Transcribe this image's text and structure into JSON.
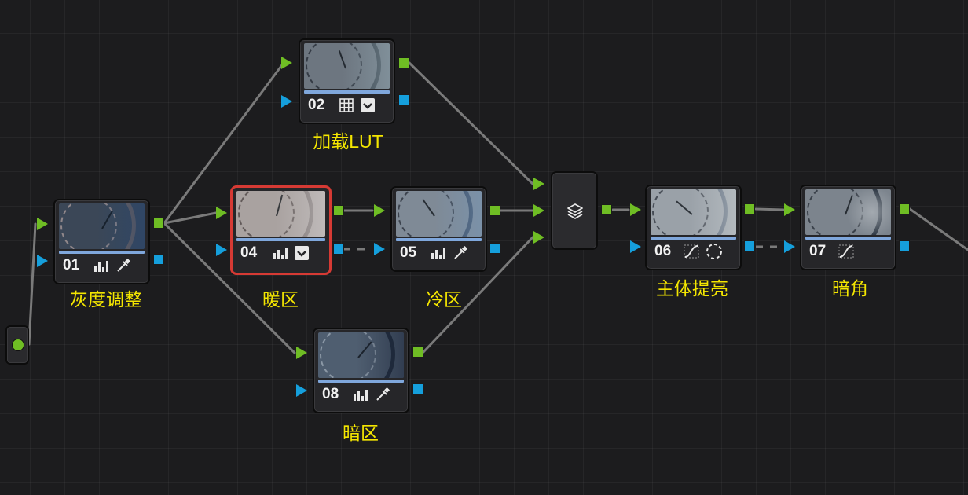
{
  "colors": {
    "output_rgb": "#6fbd24",
    "output_key": "#159fdc",
    "label": "#f4e600",
    "selected_border": "#d63a34",
    "wire": "#7a7a7a"
  },
  "source": {
    "icon": "source-dot-icon"
  },
  "mixer": {
    "icon": "layer-mixer-icon"
  },
  "nodes": [
    {
      "id": "01",
      "number": "01",
      "label": "灰度调整",
      "icons": [
        "histogram-icon",
        "eyedropper-icon"
      ],
      "selected": false
    },
    {
      "id": "02",
      "number": "02",
      "label": "加载LUT",
      "icons": [
        "lut-grid-icon",
        "checkbox-icon"
      ],
      "selected": false
    },
    {
      "id": "04",
      "number": "04",
      "label": "暖区",
      "icons": [
        "histogram-icon",
        "checkbox-icon"
      ],
      "selected": true
    },
    {
      "id": "05",
      "number": "05",
      "label": "冷区",
      "icons": [
        "histogram-icon",
        "eyedropper-icon"
      ],
      "selected": false
    },
    {
      "id": "08",
      "number": "08",
      "label": "暗区",
      "icons": [
        "histogram-icon",
        "eyedropper-icon"
      ],
      "selected": false
    },
    {
      "id": "06",
      "number": "06",
      "label": "主体提亮",
      "icons": [
        "curve-icon",
        "circle-window-icon"
      ],
      "selected": false
    },
    {
      "id": "07",
      "number": "07",
      "label": "暗角",
      "icons": [
        "curve-icon"
      ],
      "selected": false
    }
  ]
}
